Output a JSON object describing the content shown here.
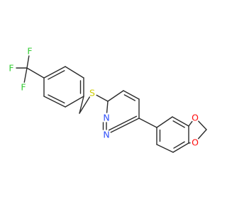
{
  "molecule": {
    "atom_labels": {
      "fluorine_top": "F",
      "fluorine_left": "F",
      "fluorine_bottom": "F",
      "sulfur": "S",
      "nitrogen_1": "N",
      "nitrogen_2": "N",
      "oxygen_top": "O",
      "oxygen_bottom": "O"
    },
    "colors": {
      "bond": "#2b2b2b",
      "fluorine": "#33cc33",
      "sulfur": "#cccc00",
      "nitrogen": "#3050f8",
      "oxygen": "#ff0d0d"
    }
  }
}
